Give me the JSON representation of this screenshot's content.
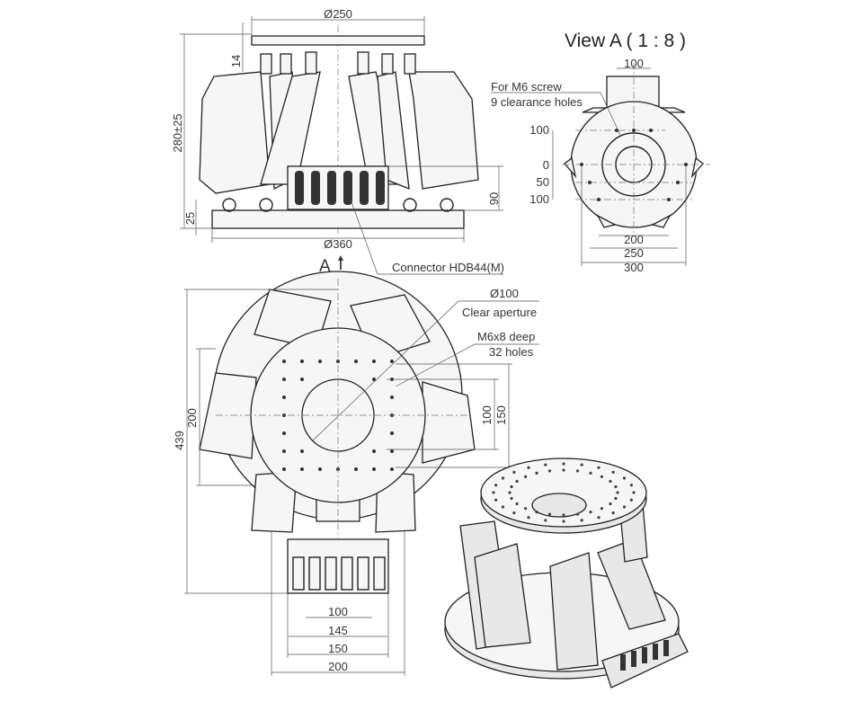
{
  "side_view": {
    "top_diameter": "Ø250",
    "top_plate_thickness": "14",
    "height": "280±25",
    "base_thickness": "25",
    "connector_height": "90",
    "base_diameter": "Ø360",
    "view_arrow_label": "A",
    "connector_label": "Connector HDB44(M)"
  },
  "view_a": {
    "title": "View A ( 1 : 8 )",
    "top_width": "100",
    "note_line1": "For M6 screw",
    "note_line2": "9 clearance holes",
    "y_100": "100",
    "y_0": "0",
    "y_50": "50",
    "y_100b": "100",
    "x_200": "200",
    "x_250": "250",
    "x_300": "300"
  },
  "top_view": {
    "aperture_diameter": "Ø100",
    "aperture_label": "Clear aperture",
    "holes_spec": "M6x8 deep",
    "holes_count": "32 holes",
    "dim_200": "200",
    "dim_439": "439",
    "dim_100_right": "100",
    "dim_150_right": "150",
    "dim_100": "100",
    "dim_145": "145",
    "dim_150": "150",
    "dim_200_bottom": "200"
  }
}
